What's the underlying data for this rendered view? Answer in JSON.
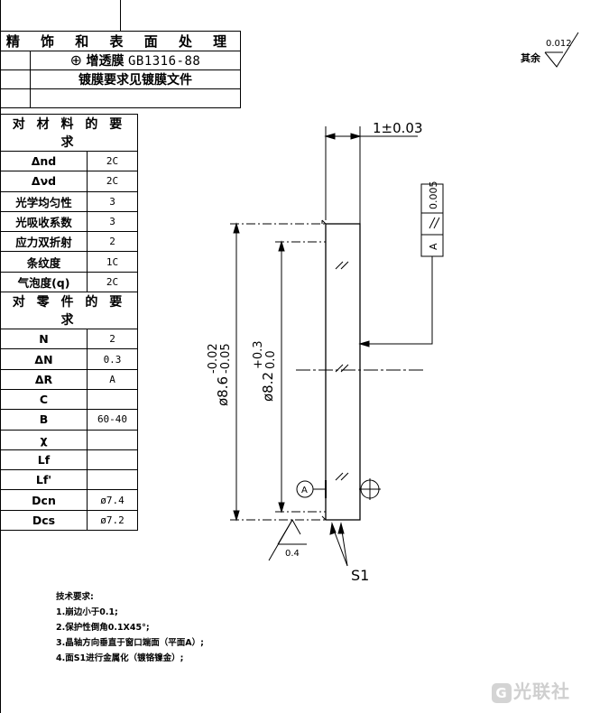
{
  "surface_table": {
    "title": "精 饰 和 表 面 处 理",
    "coating_name": "增透膜",
    "coating_standard": "GB1316-88",
    "coating_note": "镀膜要求见镀膜文件"
  },
  "material_table": {
    "section_title": "对 材 料 的 要 求",
    "rows": [
      {
        "label": "Δnd",
        "value": "2C"
      },
      {
        "label": "Δνd",
        "value": "2C"
      },
      {
        "label": "光学均匀性",
        "value": "3"
      },
      {
        "label": "光吸收系数",
        "value": "3"
      },
      {
        "label": "应力双折射",
        "value": "2"
      },
      {
        "label": "条纹度",
        "value": "1C"
      },
      {
        "label": "气泡度(q)",
        "value": "2C"
      }
    ]
  },
  "part_table": {
    "section_title": "对 零 件 的 要 求",
    "rows": [
      {
        "label": "N",
        "value": "2"
      },
      {
        "label": "ΔN",
        "value": "0.3"
      },
      {
        "label": "ΔR",
        "value": "A"
      },
      {
        "label": "C",
        "value": ""
      },
      {
        "label": "B",
        "value": "60-40"
      },
      {
        "label": "χ",
        "value": ""
      },
      {
        "label": "Lf",
        "value": ""
      },
      {
        "label": "Lf'",
        "value": ""
      },
      {
        "label": "Dcn",
        "value": "ø7.4"
      },
      {
        "label": "Dcs",
        "value": "ø7.2"
      }
    ]
  },
  "drawing": {
    "thickness_dim": "1±0.03",
    "flatness_value": "0.005",
    "parallel_datum": "A",
    "outer_dia": "ø8.6",
    "outer_tol_upper": "-0.02",
    "outer_tol_lower": "-0.05",
    "inner_dia": "ø8.2",
    "inner_tol_upper": "+0.3",
    "inner_tol_lower": "0.0",
    "datum_label": "A",
    "roughness_value": "0.4",
    "surface_label": "S1",
    "others_roughness": "0.012"
  },
  "others_label": "其余",
  "notes": {
    "title": "技术要求:",
    "items": [
      "1.崩边小于0.1;",
      "2.保护性倒角0.1X45°;",
      "3.晶轴方向垂直于窗口端面（平面A）;",
      "4.面S1进行金属化（镀铬镍金）;"
    ]
  },
  "watermark": "光联社"
}
